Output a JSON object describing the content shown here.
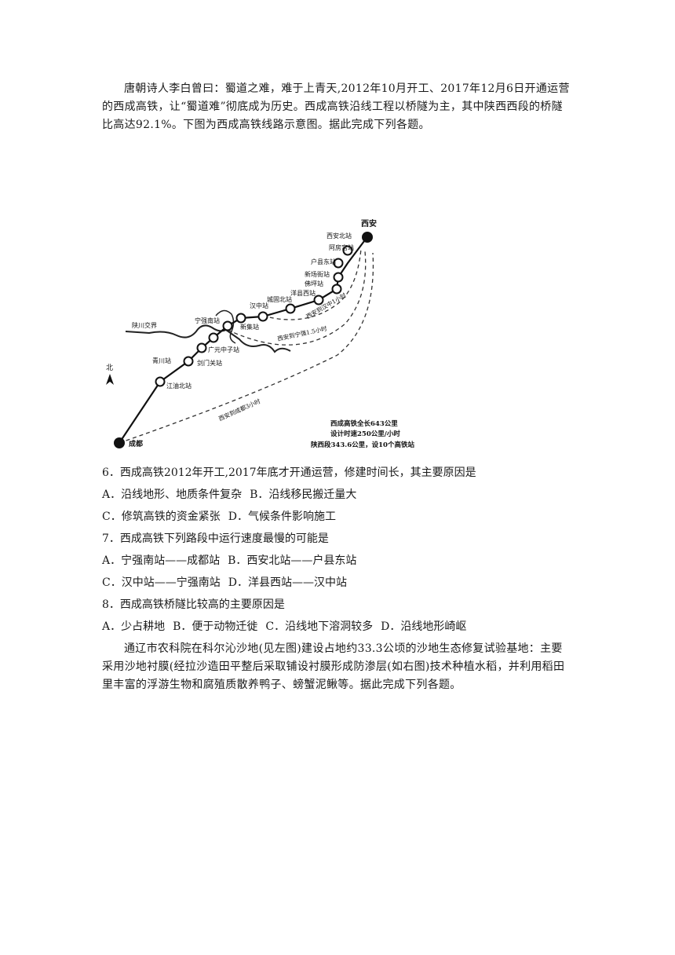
{
  "passage1": "唐朝诗人李白曾曰：蜀道之难，难于上青天,2012年10月开工、2017年12月6日开通运营的西成高铁，让“蜀道难”彻底成为历史。西成高铁沿线工程以桥隧为主，其中陕西西段的桥隧比高达92.1%。下图为西成高铁线路示意图。据此完成下列各题。",
  "map": {
    "stations": {
      "xian": "西安",
      "xian_north": "西安北站",
      "efang": "阿房宫站",
      "huxian_east": "户县东站",
      "xinchang": "新场街站",
      "foping": "佛坪站",
      "yangxian_west": "洋县西站",
      "chenggu_north": "城固北站",
      "hanzhong": "汉中站",
      "xinji": "新集站",
      "ningqiang_south": "宁强南站",
      "guangyuan": "广元中子站",
      "jianmenguan": "剑门关站",
      "qingchuan": "青川站",
      "jiangyou_north": "江油北站",
      "chengdu": "成都"
    },
    "border_label": "陕川交界",
    "north_label": "北",
    "route_labels": {
      "to_hanzhong": "西安到汉中1小时",
      "to_ningqiang": "西安到宁强1.5小时",
      "to_chengdu": "西安到成都3小时"
    },
    "info": [
      "西成高铁全长643公里",
      "设计时速250公里/小时",
      "陕西段343.6公里，设10个高铁站"
    ]
  },
  "questions": [
    {
      "stem": "6．西成高铁2012年开工,2017年底才开通运营，修建时间长，其主要原因是",
      "options": [
        "A．沿线地形、地质条件复杂",
        "B．沿线移民搬迁量大",
        "C．修筑高铁的资金紧张",
        "D．气候条件影响施工"
      ]
    },
    {
      "stem": "7．西成高铁下列路段中运行速度最慢的可能是",
      "options": [
        "A．宁强南站——成都站",
        "B．西安北站——户县东站",
        "C．汉中站——宁强南站",
        "D．洋县西站——汉中站"
      ]
    },
    {
      "stem": "8．西成高铁桥隧比较高的主要原因是",
      "options": [
        "A．少占耕地",
        "B．便于动物迁徙",
        "C．沿线地下溶洞较多",
        "D．沿线地形崎岖"
      ]
    }
  ],
  "passage2": "通辽市农科院在科尔沁沙地(见左图)建设占地约33.3公顷的沙地生态修复试验基地：主要采用沙地衬膜(经拉沙造田平整后采取铺设衬膜形成防渗层(如右图)技术种植水稻，并利用稻田里丰富的浮游生物和腐殖质散养鸭子、螃蟹泥鳅等。据此完成下列各题。"
}
